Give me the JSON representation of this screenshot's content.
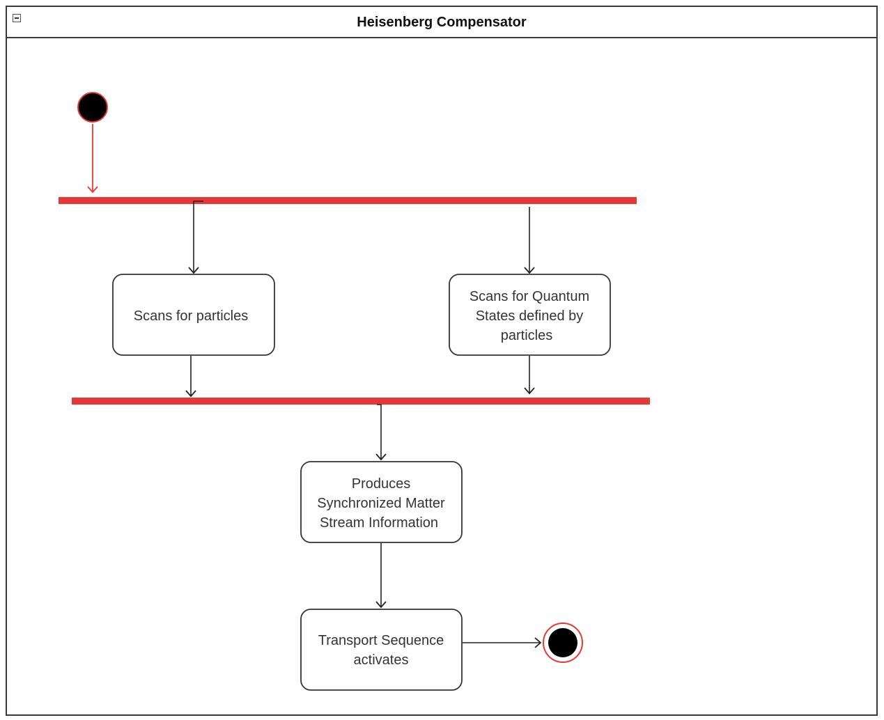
{
  "diagram": {
    "title": "Heisenberg Compensator",
    "actions": {
      "scan_particles": "Scans for particles",
      "scan_quantum": [
        "Scans for Quantum",
        "States defined by",
        "particles"
      ],
      "produces": [
        "Produces",
        "Synchronized Matter",
        "Stream Information"
      ],
      "transport": [
        "Transport Sequence",
        "activates"
      ]
    },
    "colors": {
      "bar": "#e53935",
      "initial_outline": "#e53935",
      "node_fill": "#000000",
      "edge": "#222222"
    }
  }
}
